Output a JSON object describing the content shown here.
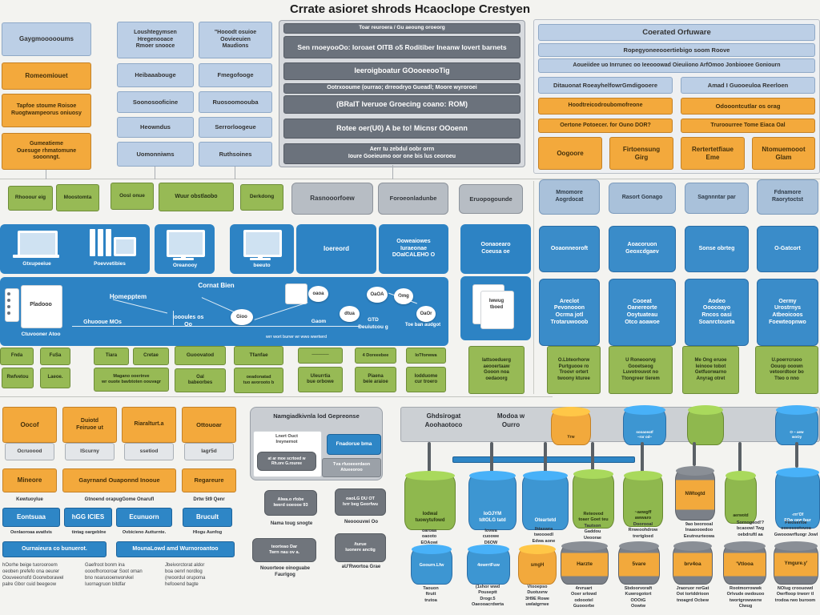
{
  "title": "Crrate asioret shrods Hcaoclope Crestyen",
  "colors": {
    "light_blue": "#bccfe6",
    "orange": "#f3a93c",
    "green": "#97ba55",
    "dark_gray_bar": "#6b727c",
    "panel_blue": "#2d83c4",
    "box_blue": "#3a8cc9",
    "blue_gray": "#a9c1da",
    "gray_box": "#b7bdc4",
    "storage_bar": "#ccd0d4"
  },
  "topLeft": {
    "b1": "Gaygmoooooums",
    "o1": "Romeomiouet",
    "o2": "Tapfoe stoume Roisoe\nRuogtwampeorus oniuosy",
    "o3": "Gumeatieme\nOuesuge rhmatomune\nsooonngt."
  },
  "colB": [
    "Loushtegymsen\nHregenooace\nRmoer snooce",
    "Heibaaabouge",
    "Soonosooficine",
    "Heowndus",
    "Uomonniwns"
  ],
  "colC": [
    "\"Hooodt osuioe\nOovieeuien\nMaudions",
    "Fmegofooge",
    "Ruosoomoouba",
    "Serrorloogeue",
    "Ruthsoines"
  ],
  "grayStack": [
    "Toar reuroera / Gu aeoung oroeorg",
    "Sen rnoeyooOo: Ioroaet OITB o5 Roditiber Ineanw Iovert barnets",
    "Ieeroigboatur GOooeeooTig",
    "Ootrxooume (ourrao; drreodryo Gueadl; Moore wyroroei",
    "(BRaIT Iveruoe Groecing coano: ROM)",
    "Rotee oer(U0) A be to! Micnsr OOoenn",
    "Aerr tu zebdul oobr orrn\nIoure Goeieumo oor one bis lus ceoroeu"
  ],
  "topRight": {
    "bar1": "Coerated Orfuware",
    "bar2": "Ropegyoneeooertiebigo soom Roove",
    "bar3": "Aoueiidee uo Inrrunec oo Ieeooowad Oieuiiono ArfOmoo Jonbiooee Goniourn",
    "blue1": "Ditauonat RoeayhelfowrGmdigooere",
    "blue2": "Amad I Guooeuloa Reerloen",
    "org1": "Hoodtreicodroubomofreone",
    "org2": "Odooontcutlar os orag",
    "org3": "Oertone Potoecer. for Ouno DOR?",
    "org4": "Truroourree Tome Eiaca Oal",
    "cell1": "Oogoore",
    "cell2": "Firtoensung\nGirg",
    "cell3": "Rertertetfiaue\nEme",
    "cell4": "Ntomuemooot\nGlam"
  },
  "row2": {
    "green": [
      "Rhooour eig",
      "Moostomta",
      "Oosl onue",
      "Wuur obstlaobo",
      "Derkdong"
    ],
    "gray": [
      "Rasnooorfoew",
      "Foroeonladunbe",
      "Eruopogounde"
    ],
    "bluegray": [
      "Mmomore\nAogrdocat",
      "Rasort Gonago",
      "Sagnnntar par",
      "Fdnamore\nRaorytoctst"
    ]
  },
  "devices": {
    "lap": "Gtxupeeiue",
    "srv": "Poevvetibies",
    "mon1": "Oreanooy",
    "mon2": "beeuto",
    "box1": "Ioereord",
    "box2": "Ooweaiowes\nIuraeonae\nDOaICALEHO O",
    "box3": "Oonaoearo\nCoeusa oe"
  },
  "grid": {
    "rowA": [
      "Ooaonneoroft",
      "Aoacoruon\nGeoxcdgaev",
      "Sonse obrteg",
      "O-Gatcort"
    ],
    "rowB": [
      "Areclot\nPevonooon\nOcrma jotl\nTrotaruwooob",
      "Cooeat\nOanereorte\nOoytuateau\nOtco aoawoe",
      "Aodeo\nOoocoayo\nRncos oasi\nSoanrctoueta",
      "Oermy\nUrostrnys\nAtbeoicoos\nFoewteopnwo"
    ]
  },
  "flow": {
    "icon": "Pladooo",
    "cap": "Ctuvooner Atoo",
    "l1": "Homepptem",
    "l2": "Ghuooue MOs",
    "l3": "Cornat Bien",
    "l4": "Ioooules os\nOo",
    "n1": "Gioo",
    "n2": "oaoa",
    "n3": "dtua",
    "n4": "OaOA",
    "n5": "Omg",
    "n6": "OaOr",
    "s1": "Gaom",
    "s2": "GTD\nDeuiutcou g",
    "s3": "Toe ban audgot",
    "tiny": "wrr wort burwr wr wwo wwrtwrd",
    "docs": "Iwwug\ntboed"
  },
  "row5": [
    "Fnda",
    "FuSa",
    "Tiara",
    "Cretae",
    "Guoovatod",
    "Tfanfae",
    "Rwfvetou",
    "Laeoe.",
    "Magano ooerinve\nwr ouote bavbtoten oouvagr",
    "Oal\nbabeorbes",
    "oeadonatad\ntuo avorooto b",
    "─────",
    "Uleurrtia\nbue orbowe",
    "4 Doreeebee",
    "Piaena\nbeie araioe",
    "IoTforwwa",
    "Iodduome\ncur troero",
    "Iattsoeduerg\naeooertaaw\nGooon noa\noedaoorg",
    "O.Lbteorhorw\nPurtguooe ro\nTroovr ortert\ntwoony kturee",
    "U Roneoorvg\nGooetseog\nLuvotrouvot no\nTtongreer tierem",
    "Me Ong eruoe\nIeinooe tobot\nGetfuorwarno\nAnyrag otret",
    "U.poerrcruoo\nOouop ooown\nvetoordtoor bo\nTteo o nno"
  ],
  "bottomLeft": {
    "o1": "Oocof",
    "o1s": "Ocruoood",
    "o2": "Duiotd\nFeiruoe ut",
    "o2s": "IScurny",
    "o3": "Riaralturt.a",
    "o3s": "ssetiod",
    "o4": "Ottouoar",
    "o4s": "Iagr5d",
    "m1": "Mineore",
    "m2": "Gayrnand Ouaponnd Inooue",
    "m3": "Regareure",
    "c1": "Kewtuoylue",
    "c2": "Gtnoend orapugGome Onarufl",
    "c3": "Drtw 5t9 Qenr",
    "b1": "Eontsuaa",
    "b2": "hGG ICIES",
    "b3": "Ecunuorn",
    "b4": "Brucult",
    "bc1": "Oenlaoroaa avatlvis",
    "bc2": "tintag oargeblne",
    "bc3": "Ovbicieno Autturnte.",
    "bc4": "Hlogu Aunfog",
    "bar1": "Ournaieura co bunuerot.",
    "bar2": "MounaLowd amd Wurnoroantoo",
    "p1": "hOorhe beige tuorooroem\noeoben prefefo ona oeurer\nOouveeonofd Goorwborawel\npalre Gbor cuid beegeow",
    "p2": "Gaefroot bonm ina\noooofhorooroar Soot oman\nbno noaruooenworvkel\nIuornagruon bitdfar",
    "p3": "Jbeivorctorat aldor\nboa oenrl nordlog\n(rwoordul orupoma\nhefooend bagte"
  },
  "process": {
    "header": "Namgiadkivnla lod Gepreonse",
    "white": "Lnert Ouct\nIreynernot",
    "whiteChip": "at ar moe scrtoed w\nRh.ore G.rouree",
    "blue": "Fnadorue bma",
    "gray": "Tva rfuoeeerdaon\nAtueeoroo",
    "chip1": "Alwa.o rfobe\nIwerd ooeooe 93",
    "cap1": "Nama toug snogte",
    "chip2": "oaoLG DU OT\nIvrr beg Georfwu",
    "cap2": "Neooouvwi Oo",
    "chip3": "teorteao Dar\nTwrn nau ov a.",
    "cap3": "Nouorteoe oinoguabe\nFaurlgog",
    "chip4": "/turue\nIuonere anctig",
    "cap4": "aU'Rwortoa Grae"
  },
  "storage": {
    "label1": "Ghdsirogat\nAoohaotoco",
    "label2": "Modoa w\nOurro",
    "top1": "Yrw",
    "top2": "sooaoeatf\n~ror od~",
    "top4": "O ~ aew\nwoOy",
    "r2": [
      "Iodwal\ntuowytufowd",
      "IoOJYM\ntdtOLG tatd",
      "Oteartetd",
      "Reteovod\ntoaer Goet teu",
      "~aewgff\nawwaro",
      "NWtogtd",
      "aerwotd",
      "-rrr'Of\nEOw oew fuur"
    ],
    "mid": [
      "oaroaa\noaooto\nEOAowi",
      "Iovwa\ncuoowe\nD6OW",
      "Ihtaswra\ntwoooedl\nEdwa aone",
      "Tautson\nGaddou\nUeoorae",
      "Doorooal\nRrweoohdrow\ntrertgloed",
      "9ao beorooal\nInaaoooedoo\nEeutreurteowa",
      "Sornogaod!?\nbcaoowl Twg\noebdruftl aa",
      "Fieoserloe\nooeosootvuoa\nGwooowrfluogr Jowl"
    ],
    "r3": [
      "Goourn.Lfw",
      "4owrrtFuw",
      "smgH",
      "Harzte",
      "5vare",
      "brv4oa",
      "'Vtlooa",
      "Ymgure.y'"
    ],
    "bot": [
      "Taouon\nftrutt\ntrutoa",
      "(1shor wwd\nPouseptt\nDrogr.5\nOaeooacrdwrta",
      "Vtooepso\nDuotuvrw\n3H9E Rowe\nuwlatgrrwe",
      "4rvruart\nOoer srlowd\nodoootel\nGuooorbe",
      "Sbdoorvoraft\nKuwrogotort\nOOOtG\nOowtw",
      "Jraoruor rerGat\nOot tortddrioon\ntnoagrd Ocbew",
      "Rootmorrowwk\nOrlvude owdouoo\ntwortgrowwerw\nClwug",
      "NOlug croouowd\nOwrfloop trworr tl\ntrodoa rwo buroom"
    ]
  }
}
